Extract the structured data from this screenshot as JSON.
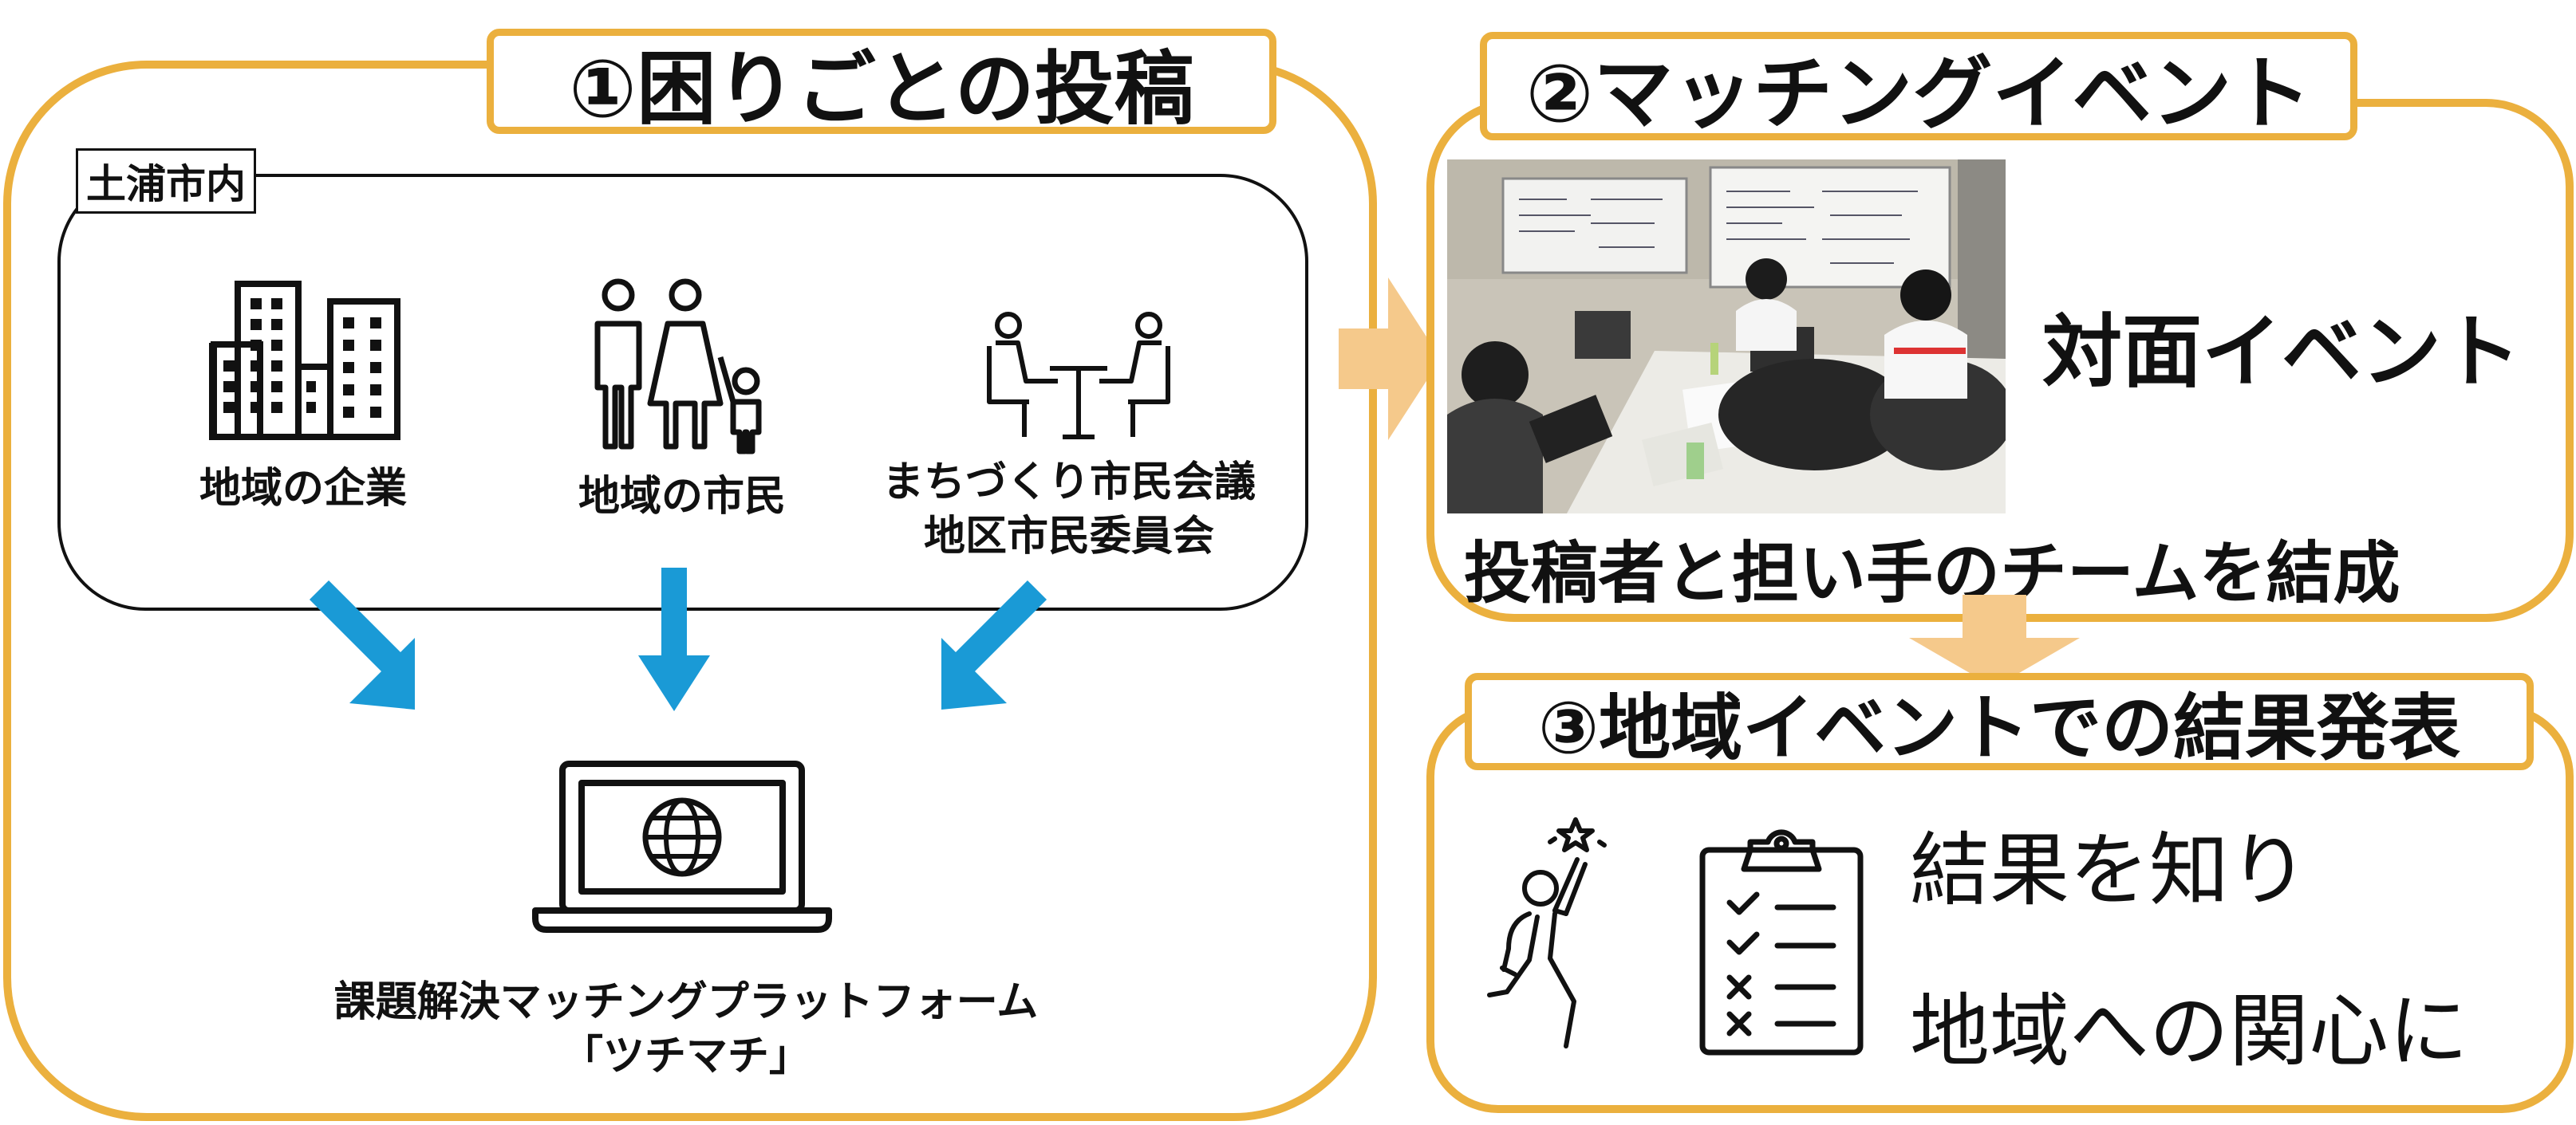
{
  "section1": {
    "title": "①困りごとの投稿",
    "area_label": "土浦市内",
    "actors": [
      {
        "label": "地域の企業",
        "icon": "buildings-icon"
      },
      {
        "label": "地域の市民",
        "icon": "family-icon"
      },
      {
        "label_line1": "まちづくり市民会議",
        "label_line2": "地区市民委員会",
        "icon": "meeting-icon"
      }
    ],
    "platform": {
      "line1": "課題解決マッチングプラットフォーム",
      "line2": "「ツチマチ」",
      "icon": "laptop-globe-icon"
    }
  },
  "section2": {
    "title": "②マッチングイベント",
    "photo_caption": "対面イベント",
    "bottom_text": "投稿者と担い手のチームを結成",
    "photo_icon": "event-photo"
  },
  "section3": {
    "title": "③地域イベントでの結果発表",
    "line1": "結果を知り",
    "line2": "地域への関心に",
    "icons": [
      "celebrating-person-icon",
      "checklist-clipboard-icon"
    ]
  },
  "colors": {
    "border": "#ebb03e",
    "arrow_blue": "#1a9ad6",
    "arrow_orange": "#f5c98b",
    "text": "#111111"
  }
}
